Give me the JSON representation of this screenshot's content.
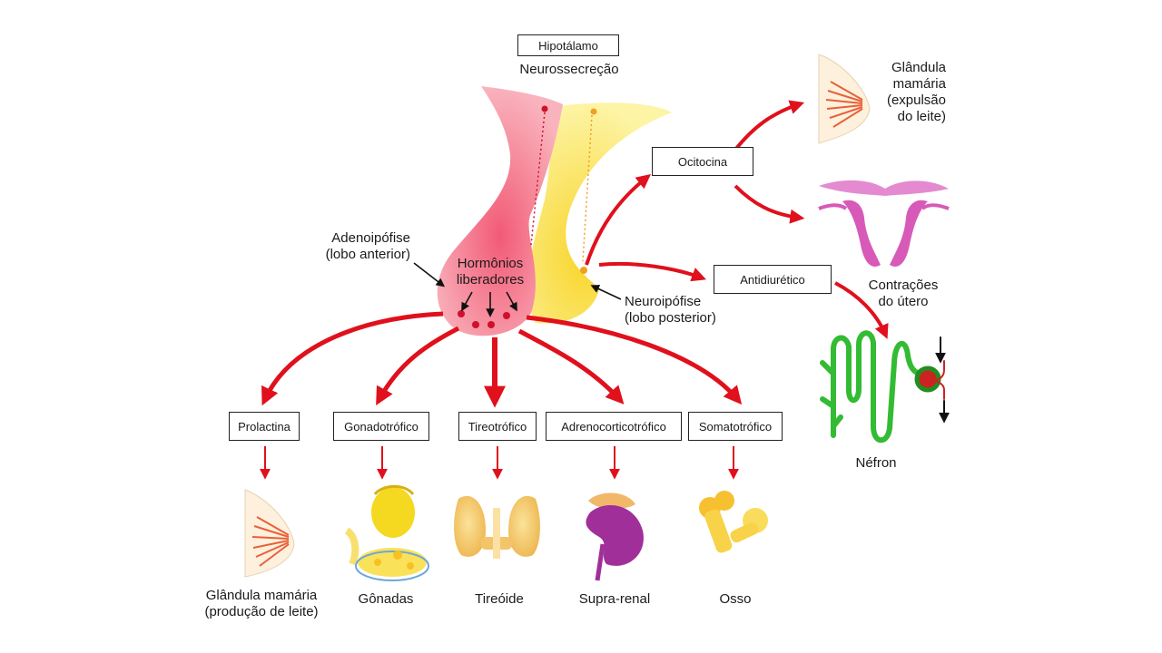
{
  "hypothalamus": {
    "box": "Hipotálamo",
    "subtitle": "Neurossecreção"
  },
  "adenohypophysis": {
    "line1": "Adenoipófise",
    "line2": "(lobo anterior)"
  },
  "releasing": {
    "line1": "Hormônios",
    "line2": "liberadores"
  },
  "neurohypophysis": {
    "line1": "Neuroipófise",
    "line2": "(lobo posterior)"
  },
  "posterior_hormones": {
    "ocitocina": "Ocitocina",
    "antidiuretico": "Antidiurético"
  },
  "posterior_targets": {
    "mammary": {
      "line1": "Glândula",
      "line2": "mamária",
      "line3": "(expulsão",
      "line4": "do leite)"
    },
    "uterus": {
      "line1": "Contrações",
      "line2": "do útero"
    },
    "nephron": {
      "label": "Néfron"
    }
  },
  "anterior_hormones": [
    "Prolactina",
    "Gonadotrófico",
    "Tireotrófico",
    "Adrenocorticotrófico",
    "Somatotrófico"
  ],
  "anterior_targets": {
    "mammary": {
      "line1": "Glândula mamária",
      "line2": "(produção de leite)"
    },
    "gonads": "Gônadas",
    "thyroid": "Tireóide",
    "adrenal": "Supra-renal",
    "bone": "Osso"
  },
  "colors": {
    "arrow": "#e0101c",
    "anterior_lobe": "#f47c8c",
    "posterior_lobe": "#fbe85c",
    "nephron": "#33bb33",
    "uterus": "#d85ab8",
    "adrenal": "#a02f9a",
    "gland": "#f6c56a"
  }
}
